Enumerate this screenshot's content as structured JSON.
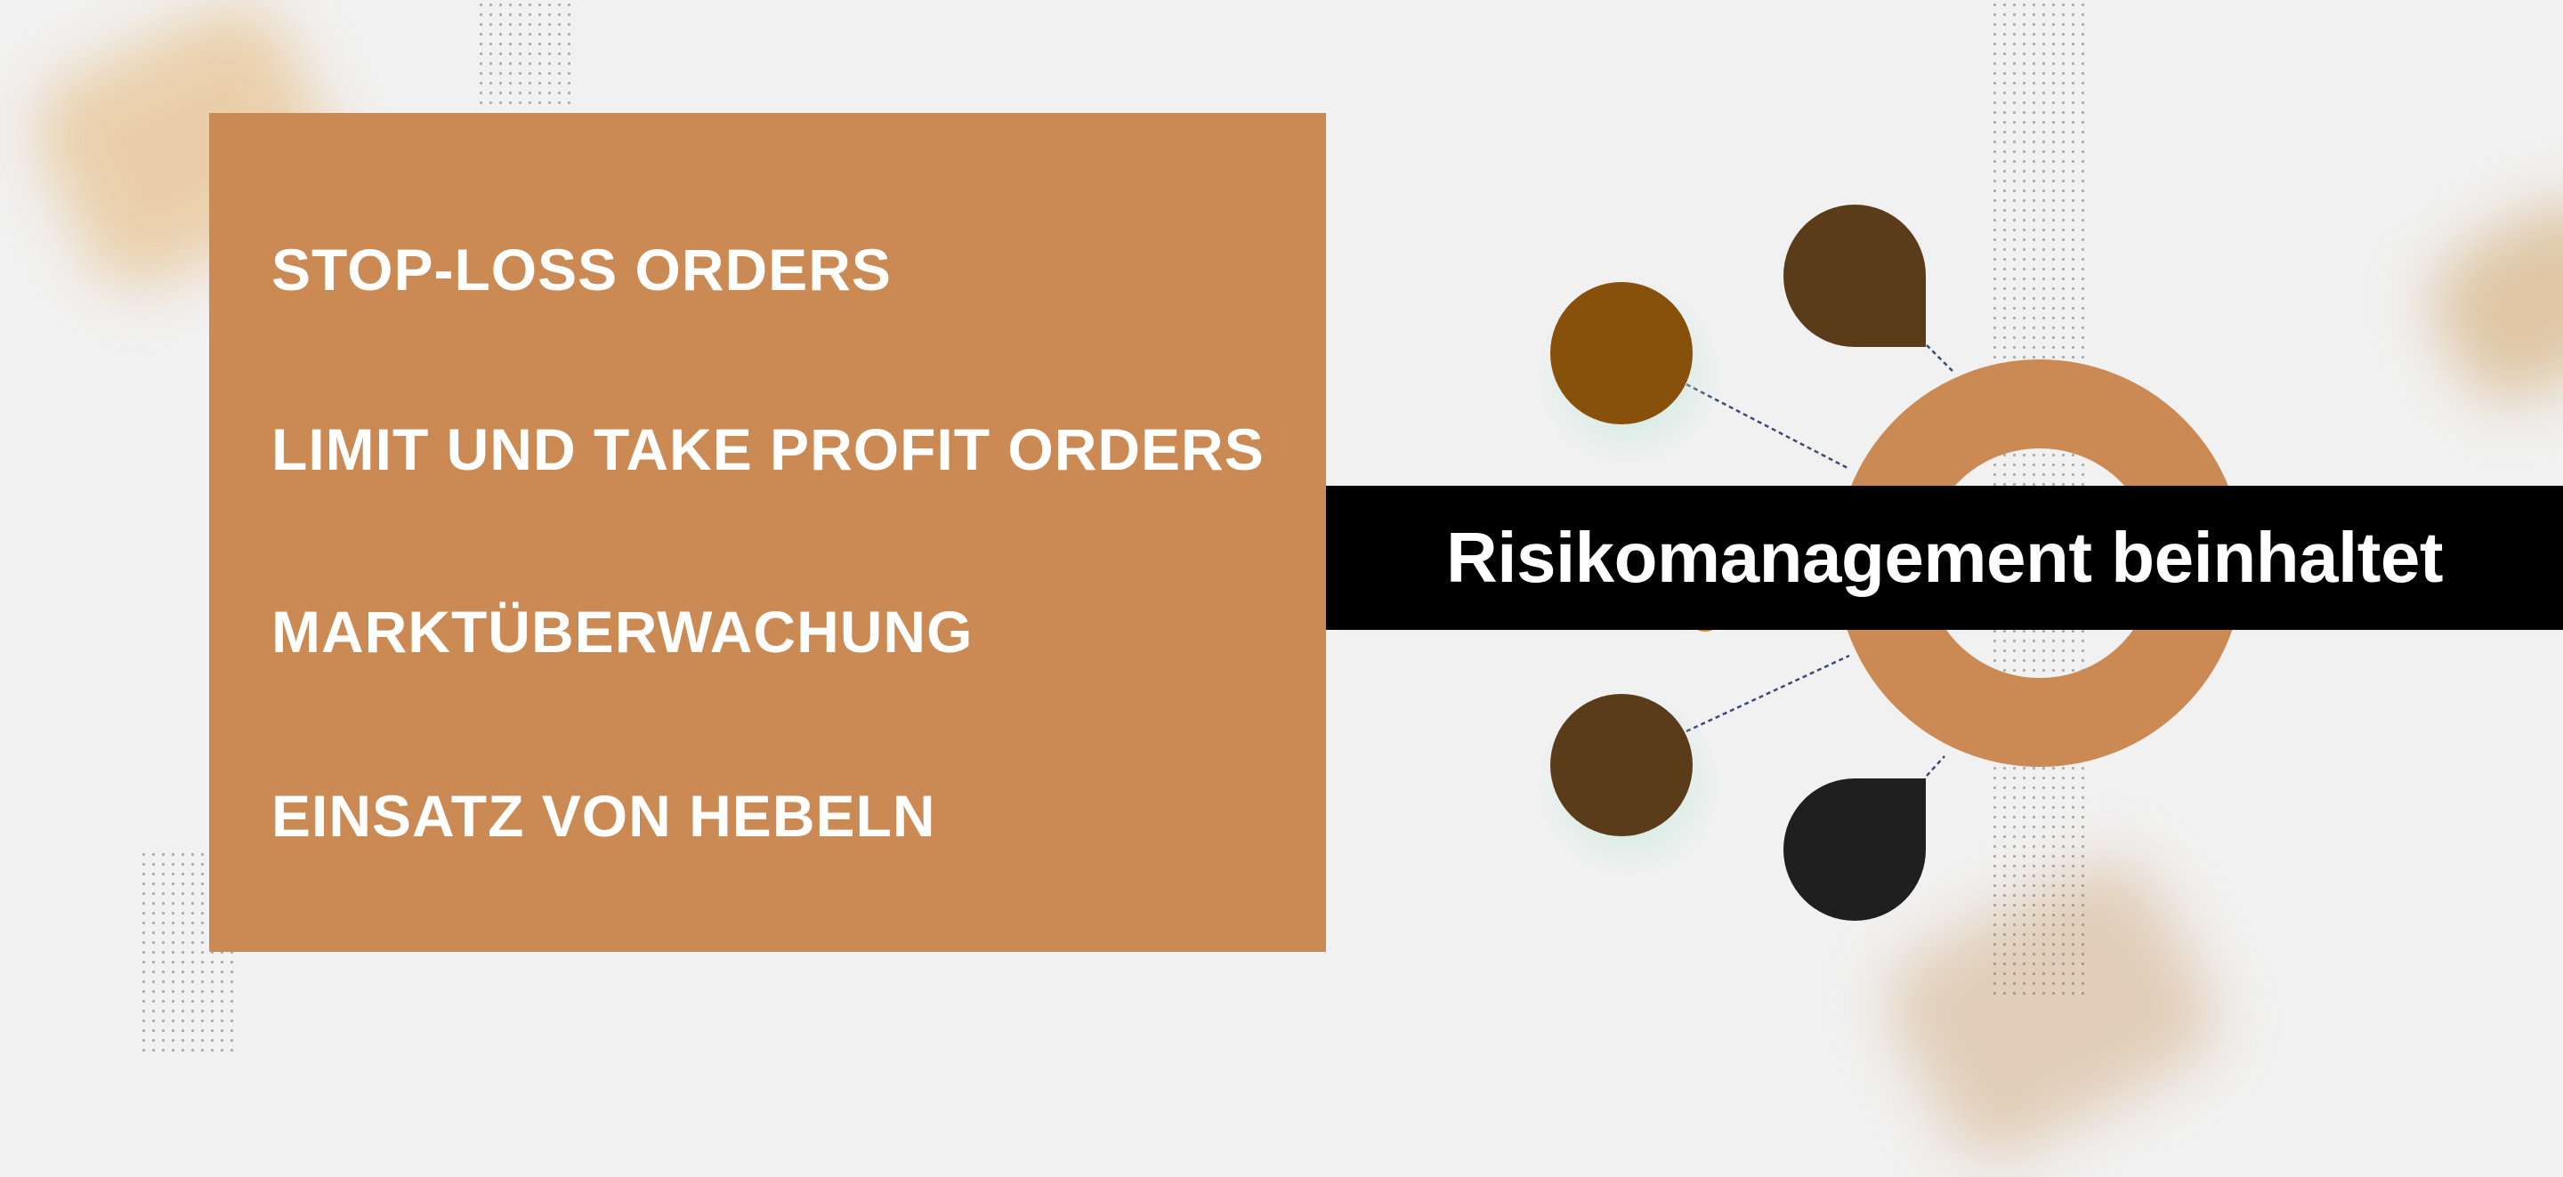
{
  "list": {
    "items": [
      {
        "label": "STOP-LOSS ORDERS"
      },
      {
        "label": "LIMIT UND TAKE PROFIT ORDERS"
      },
      {
        "label": "MARKTÜBERWACHUNG"
      },
      {
        "label": "EINSATZ VON HEBELN"
      }
    ]
  },
  "banner": {
    "title": "Risikomanagement beinhaltet"
  },
  "colors": {
    "background": "#f1f1f1",
    "panel": "#cb8a54",
    "banner": "#000000",
    "ring": "#cb8a54",
    "node_orange_brown": "#87500b",
    "node_dark_brown": "#5a3c1a",
    "node_black": "#1f1f1f",
    "text_on_dark": "#ffffff"
  },
  "icons": {
    "hub": "ring-shape",
    "nodes": [
      "teardrop-node",
      "circle-node",
      "circle-node",
      "teardrop-node"
    ]
  }
}
